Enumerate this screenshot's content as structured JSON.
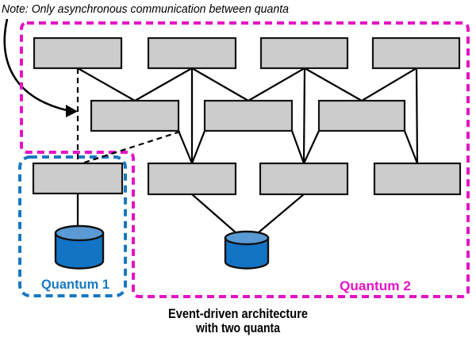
{
  "note": {
    "text": "Note: Only asynchronous communication between quanta"
  },
  "quantum1": {
    "label": "Quantum 1"
  },
  "quantum2": {
    "label": "Quantum 2"
  },
  "caption": {
    "line1": "Event-driven architecture",
    "line2": "with two quanta"
  },
  "diagram": {
    "type": "event-driven-architecture",
    "quanta_count": 2,
    "quantum2_rows": {
      "top_boxes": 4,
      "middle_boxes": 3,
      "bottom_boxes": 3
    },
    "quantum1_boxes": 1,
    "databases": 2,
    "async_dashed_edges": 2
  },
  "theme": {
    "magenta": "#e412c6",
    "blue": "#1878c2",
    "box_fill": "#cccccc",
    "box_stroke": "#151515",
    "edge_color": "#000000",
    "cylinder_body": "#1373c4",
    "cylinder_top": "#5a9bd5",
    "text_color": "#000000"
  }
}
